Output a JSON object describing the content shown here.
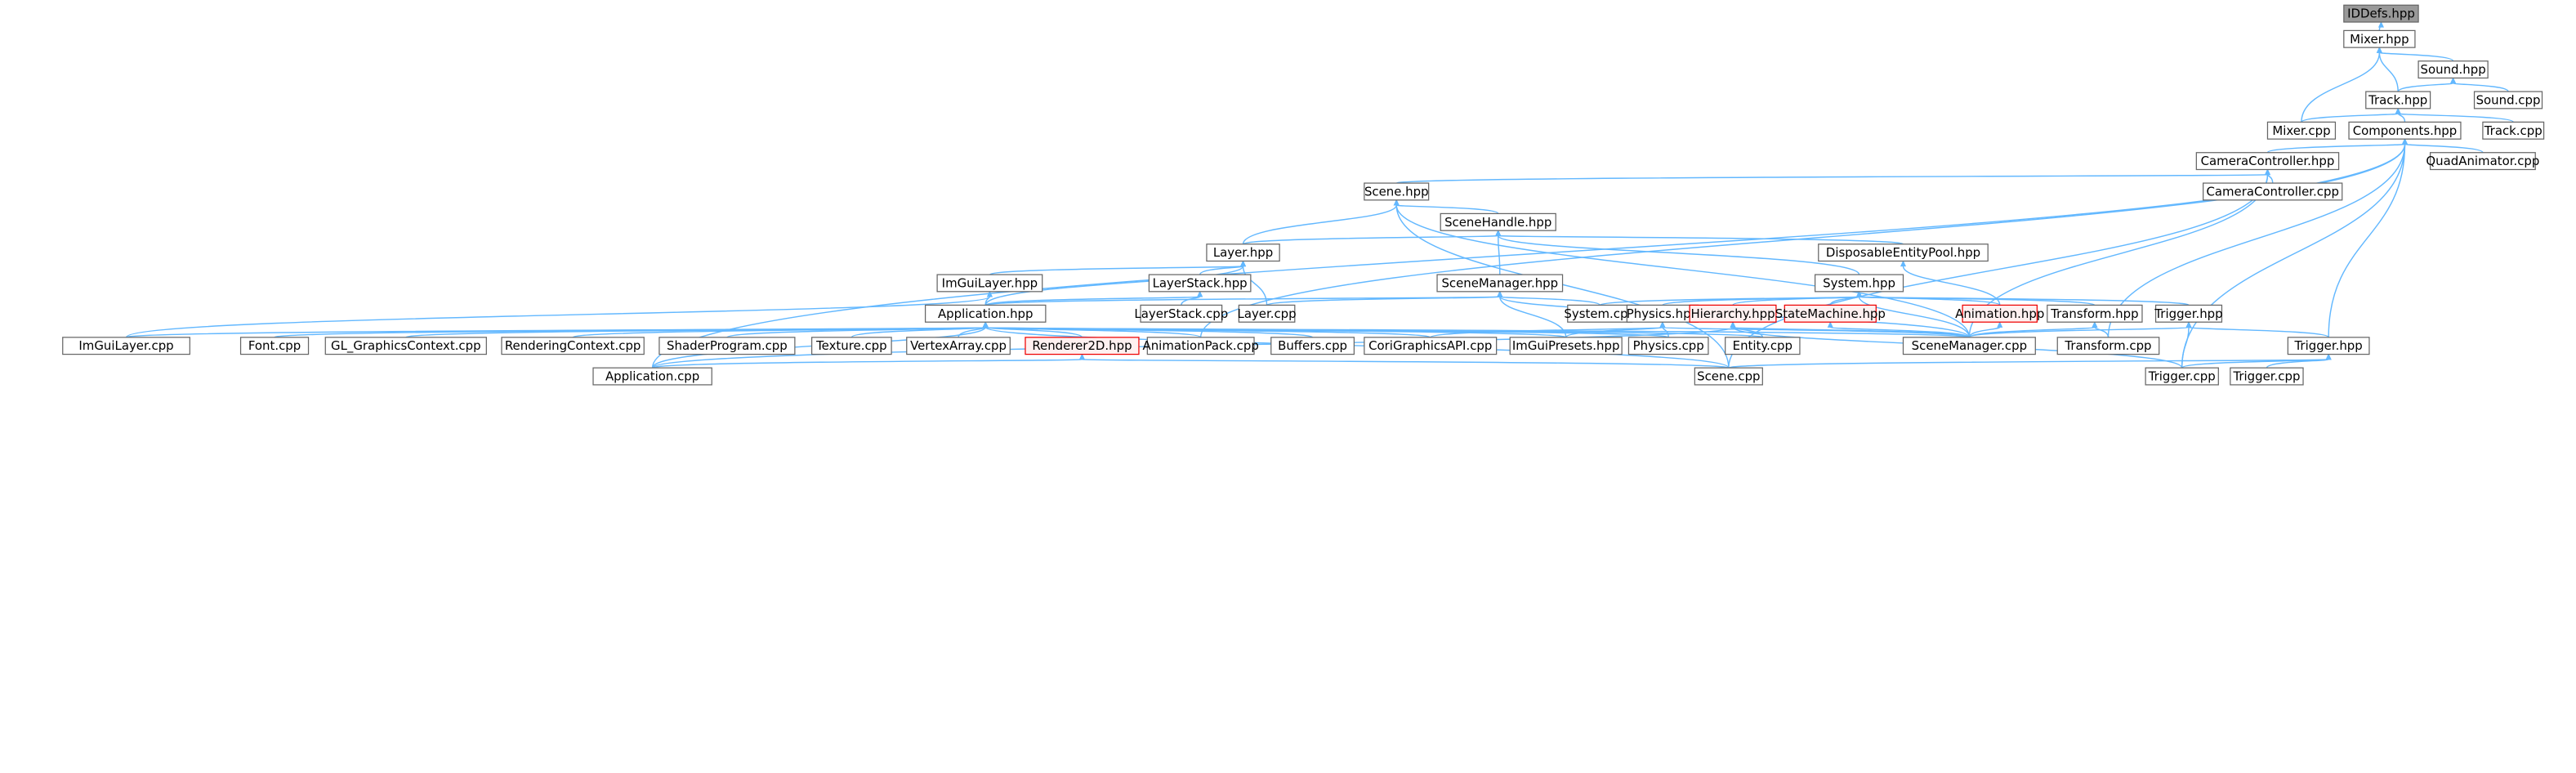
{
  "title": "IDDefs.hpp include dependency graph",
  "colors": {
    "edge": "#63b8ff",
    "highlight_fill": "#999999",
    "error_border": "#ff0000",
    "error_fill": "#fff0f0"
  },
  "nodes": [
    {
      "id": "iddefs",
      "label": "IDDefs.hpp",
      "style": "root"
    },
    {
      "id": "mixer_hpp",
      "label": "Mixer.hpp",
      "style": "normal"
    },
    {
      "id": "sound_hpp",
      "label": "Sound.hpp",
      "style": "normal"
    },
    {
      "id": "track_hpp",
      "label": "Track.hpp",
      "style": "normal"
    },
    {
      "id": "sound_cpp",
      "label": "Sound.cpp",
      "style": "normal"
    },
    {
      "id": "mixer_cpp",
      "label": "Mixer.cpp",
      "style": "normal"
    },
    {
      "id": "components_hpp",
      "label": "Components.hpp",
      "style": "normal"
    },
    {
      "id": "track_cpp",
      "label": "Track.cpp",
      "style": "normal"
    },
    {
      "id": "camctl_hpp",
      "label": "CameraController.hpp",
      "style": "normal"
    },
    {
      "id": "quadanim_cpp",
      "label": "QuadAnimator.cpp",
      "style": "normal"
    },
    {
      "id": "camctl_cpp",
      "label": "CameraController.cpp",
      "style": "normal"
    },
    {
      "id": "scene_hpp",
      "label": "Scene.hpp",
      "style": "normal"
    },
    {
      "id": "scenehandle_hpp",
      "label": "SceneHandle.hpp",
      "style": "normal"
    },
    {
      "id": "layer_hpp",
      "label": "Layer.hpp",
      "style": "normal"
    },
    {
      "id": "dispool_hpp",
      "label": "DisposableEntityPool.hpp",
      "style": "normal"
    },
    {
      "id": "imguilayer_hpp",
      "label": "ImGuiLayer.hpp",
      "style": "normal"
    },
    {
      "id": "layerstack_hpp",
      "label": "LayerStack.hpp",
      "style": "normal"
    },
    {
      "id": "scenemgr_hpp",
      "label": "SceneManager.hpp",
      "style": "normal"
    },
    {
      "id": "system_hpp",
      "label": "System.hpp",
      "style": "normal"
    },
    {
      "id": "app_hpp",
      "label": "Application.hpp",
      "style": "normal"
    },
    {
      "id": "layerstack_cpp",
      "label": "LayerStack.cpp",
      "style": "normal"
    },
    {
      "id": "layer_cpp",
      "label": "Layer.cpp",
      "style": "normal"
    },
    {
      "id": "system_cpp",
      "label": "System.cpp",
      "style": "normal"
    },
    {
      "id": "physics_hpp",
      "label": "Physics.hpp",
      "style": "normal"
    },
    {
      "id": "hierarchy_hpp",
      "label": "Hierarchy.hpp",
      "style": "red"
    },
    {
      "id": "statemachine_hpp",
      "label": "StateMachine.hpp",
      "style": "red"
    },
    {
      "id": "animation_hpp",
      "label": "Animation.hpp",
      "style": "red"
    },
    {
      "id": "transform_hpp",
      "label": "Transform.hpp",
      "style": "normal"
    },
    {
      "id": "trigger_hpp1",
      "label": "Trigger.hpp",
      "style": "normal"
    },
    {
      "id": "imguilayer_cpp",
      "label": "ImGuiLayer.cpp",
      "style": "normal"
    },
    {
      "id": "font_cpp",
      "label": "Font.cpp",
      "style": "normal"
    },
    {
      "id": "glctx_cpp",
      "label": "GL_GraphicsContext.cpp",
      "style": "normal"
    },
    {
      "id": "renderctx_cpp",
      "label": "RenderingContext.cpp",
      "style": "normal"
    },
    {
      "id": "shader_cpp",
      "label": "ShaderProgram.cpp",
      "style": "normal"
    },
    {
      "id": "texture_cpp",
      "label": "Texture.cpp",
      "style": "normal"
    },
    {
      "id": "vertexarray_cpp",
      "label": "VertexArray.cpp",
      "style": "normal"
    },
    {
      "id": "renderer2d_hpp",
      "label": "Renderer2D.hpp",
      "style": "red"
    },
    {
      "id": "animpack_cpp",
      "label": "AnimationPack.cpp",
      "style": "normal"
    },
    {
      "id": "buffers_cpp",
      "label": "Buffers.cpp",
      "style": "normal"
    },
    {
      "id": "corigfx_cpp",
      "label": "CoriGraphicsAPI.cpp",
      "style": "normal"
    },
    {
      "id": "imguipresets_hpp",
      "label": "ImGuiPresets.hpp",
      "style": "normal"
    },
    {
      "id": "physics_cpp",
      "label": "Physics.cpp",
      "style": "normal"
    },
    {
      "id": "entity_cpp",
      "label": "Entity.cpp",
      "style": "normal"
    },
    {
      "id": "scenemgr_cpp",
      "label": "SceneManager.cpp",
      "style": "normal"
    },
    {
      "id": "transform_cpp",
      "label": "Transform.cpp",
      "style": "normal"
    },
    {
      "id": "trigger_hpp2",
      "label": "Trigger.hpp",
      "style": "normal"
    },
    {
      "id": "app_cpp",
      "label": "Application.cpp",
      "style": "normal"
    },
    {
      "id": "scene_cpp",
      "label": "Scene.cpp",
      "style": "normal"
    },
    {
      "id": "trigger_cpp1",
      "label": "Trigger.cpp",
      "style": "normal"
    },
    {
      "id": "trigger_cpp2",
      "label": "Trigger.cpp",
      "style": "normal"
    }
  ],
  "edges": [
    [
      "mixer_hpp",
      "iddefs"
    ],
    [
      "sound_hpp",
      "mixer_hpp"
    ],
    [
      "track_hpp",
      "mixer_hpp"
    ],
    [
      "mixer_cpp",
      "mixer_hpp"
    ],
    [
      "track_hpp",
      "sound_hpp"
    ],
    [
      "sound_cpp",
      "sound_hpp"
    ],
    [
      "mixer_cpp",
      "track_hpp"
    ],
    [
      "components_hpp",
      "track_hpp"
    ],
    [
      "track_cpp",
      "track_hpp"
    ],
    [
      "camctl_hpp",
      "components_hpp"
    ],
    [
      "quadanim_cpp",
      "components_hpp"
    ],
    [
      "trigger_hpp2",
      "components_hpp"
    ],
    [
      "trigger_cpp1",
      "components_hpp"
    ],
    [
      "transform_cpp",
      "components_hpp"
    ],
    [
      "app_cpp",
      "components_hpp"
    ],
    [
      "animpack_cpp",
      "components_hpp"
    ],
    [
      "scene_hpp",
      "camctl_hpp"
    ],
    [
      "camctl_cpp",
      "camctl_hpp"
    ],
    [
      "scenemgr_cpp",
      "camctl_hpp"
    ],
    [
      "scene_cpp",
      "camctl_hpp"
    ],
    [
      "scenehandle_hpp",
      "scene_hpp"
    ],
    [
      "layer_hpp",
      "scene_hpp"
    ],
    [
      "scene_cpp",
      "scene_hpp"
    ],
    [
      "scenemgr_cpp",
      "scene_hpp"
    ],
    [
      "layer_hpp",
      "scenehandle_hpp"
    ],
    [
      "scenemgr_hpp",
      "scenehandle_hpp"
    ],
    [
      "system_hpp",
      "scenehandle_hpp"
    ],
    [
      "dispool_hpp",
      "scenehandle_hpp"
    ],
    [
      "imguilayer_hpp",
      "layer_hpp"
    ],
    [
      "layerstack_hpp",
      "layer_hpp"
    ],
    [
      "app_hpp",
      "layer_hpp"
    ],
    [
      "layer_cpp",
      "layer_hpp"
    ],
    [
      "app_hpp",
      "imguilayer_hpp"
    ],
    [
      "imguilayer_cpp",
      "imguilayer_hpp"
    ],
    [
      "app_hpp",
      "layerstack_hpp"
    ],
    [
      "layerstack_cpp",
      "layerstack_hpp"
    ],
    [
      "app_hpp",
      "scenemgr_hpp"
    ],
    [
      "layer_cpp",
      "scenemgr_hpp"
    ],
    [
      "system_cpp",
      "scenemgr_hpp"
    ],
    [
      "scenemgr_cpp",
      "scenemgr_hpp"
    ],
    [
      "imguipresets_hpp",
      "scenemgr_hpp"
    ],
    [
      "animation_hpp",
      "dispool_hpp"
    ],
    [
      "system_cpp",
      "system_hpp"
    ],
    [
      "physics_hpp",
      "system_hpp"
    ],
    [
      "hierarchy_hpp",
      "system_hpp"
    ],
    [
      "statemachine_hpp",
      "system_hpp"
    ],
    [
      "animation_hpp",
      "system_hpp"
    ],
    [
      "transform_hpp",
      "system_hpp"
    ],
    [
      "trigger_hpp1",
      "system_hpp"
    ],
    [
      "scenemgr_cpp",
      "system_hpp"
    ],
    [
      "imguipresets_hpp",
      "physics_hpp"
    ],
    [
      "physics_cpp",
      "physics_hpp"
    ],
    [
      "corigfx_cpp",
      "physics_hpp"
    ],
    [
      "scenemgr_cpp",
      "physics_hpp"
    ],
    [
      "entity_cpp",
      "hierarchy_hpp"
    ],
    [
      "scenemgr_cpp",
      "hierarchy_hpp"
    ],
    [
      "trigger_cpp1",
      "hierarchy_hpp"
    ],
    [
      "app_cpp",
      "hierarchy_hpp"
    ],
    [
      "scenemgr_cpp",
      "statemachine_hpp"
    ],
    [
      "scenemgr_cpp",
      "animation_hpp"
    ],
    [
      "scenemgr_cpp",
      "transform_hpp"
    ],
    [
      "transform_cpp",
      "transform_hpp"
    ],
    [
      "scenemgr_cpp",
      "trigger_hpp1"
    ],
    [
      "trigger_cpp1",
      "trigger_hpp1"
    ],
    [
      "trigger_hpp2",
      "trigger_hpp1"
    ],
    [
      "imguilayer_cpp",
      "app_hpp"
    ],
    [
      "font_cpp",
      "app_hpp"
    ],
    [
      "glctx_cpp",
      "app_hpp"
    ],
    [
      "renderctx_cpp",
      "app_hpp"
    ],
    [
      "shader_cpp",
      "app_hpp"
    ],
    [
      "texture_cpp",
      "app_hpp"
    ],
    [
      "vertexarray_cpp",
      "app_hpp"
    ],
    [
      "renderer2d_hpp",
      "app_hpp"
    ],
    [
      "animpack_cpp",
      "app_hpp"
    ],
    [
      "buffers_cpp",
      "app_hpp"
    ],
    [
      "corigfx_cpp",
      "app_hpp"
    ],
    [
      "imguipresets_hpp",
      "app_hpp"
    ],
    [
      "physics_cpp",
      "app_hpp"
    ],
    [
      "entity_cpp",
      "app_hpp"
    ],
    [
      "scenemgr_cpp",
      "app_hpp"
    ],
    [
      "app_cpp",
      "app_hpp"
    ],
    [
      "scene_cpp",
      "app_hpp"
    ],
    [
      "app_cpp",
      "renderer2d_hpp"
    ],
    [
      "scene_cpp",
      "renderer2d_hpp"
    ],
    [
      "scene_cpp",
      "trigger_hpp2"
    ],
    [
      "trigger_cpp1",
      "trigger_hpp2"
    ],
    [
      "trigger_cpp2",
      "trigger_hpp2"
    ]
  ]
}
